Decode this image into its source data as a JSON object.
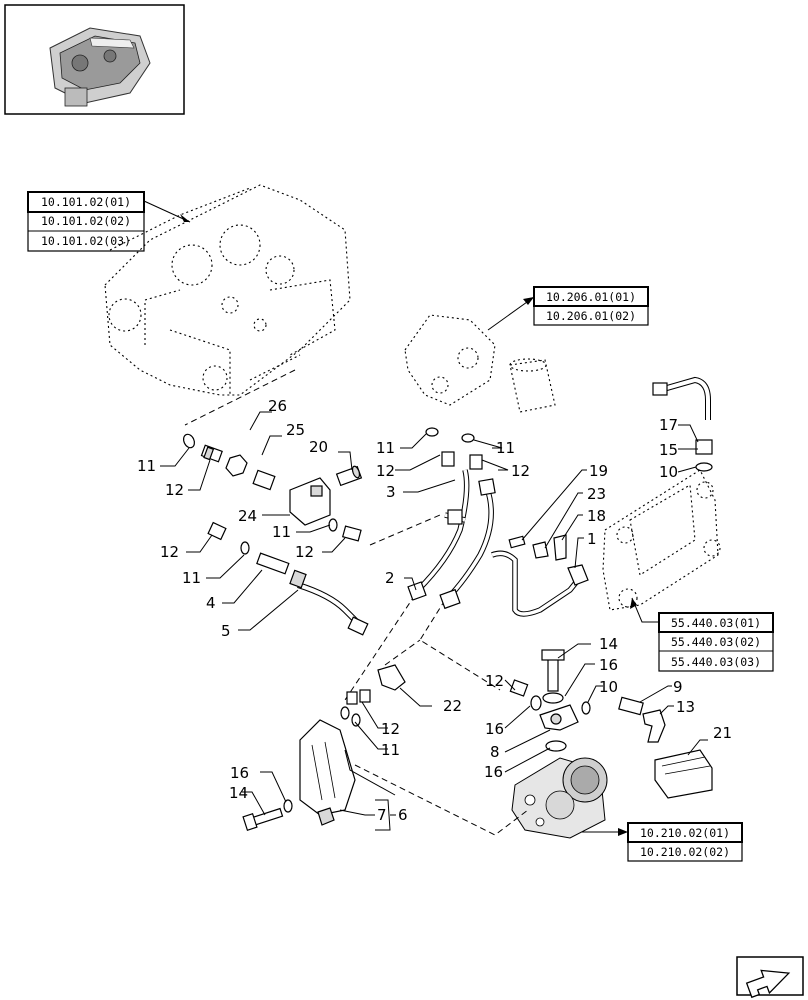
{
  "references": {
    "block": [
      "10.101.02(01)",
      "10.101.02(02)",
      "10.101.02(03)"
    ],
    "filter": [
      "10.206.01(01)",
      "10.206.01(02)"
    ],
    "cooler": [
      "55.440.03(01)",
      "55.440.03(02)",
      "55.440.03(03)"
    ],
    "pump": [
      "10.210.02(01)",
      "10.210.02(02)"
    ]
  },
  "callouts": {
    "c26": "26",
    "c25": "25",
    "c20": "20",
    "c11a": "11",
    "c12a": "12",
    "c24": "24",
    "c11b": "11",
    "c12b": "12",
    "c12c": "12",
    "c11c": "11",
    "c4": "4",
    "c5": "5",
    "c11d": "11",
    "c12d": "12",
    "c3": "3",
    "c11e": "11",
    "c12e": "12",
    "c19": "19",
    "c23": "23",
    "c18": "18",
    "c1": "1",
    "c2": "2",
    "c17": "17",
    "c15": "15",
    "c10a": "10",
    "c14a": "14",
    "c16a": "16",
    "c10b": "10",
    "c9": "9",
    "c13": "13",
    "c12f": "12",
    "c16b": "16",
    "c8": "8",
    "c22": "22",
    "c12g": "12",
    "c11f": "11",
    "c21": "21",
    "c16c": "16",
    "c16d": "16",
    "c14b": "14",
    "c7": "7",
    "c6": "6"
  }
}
